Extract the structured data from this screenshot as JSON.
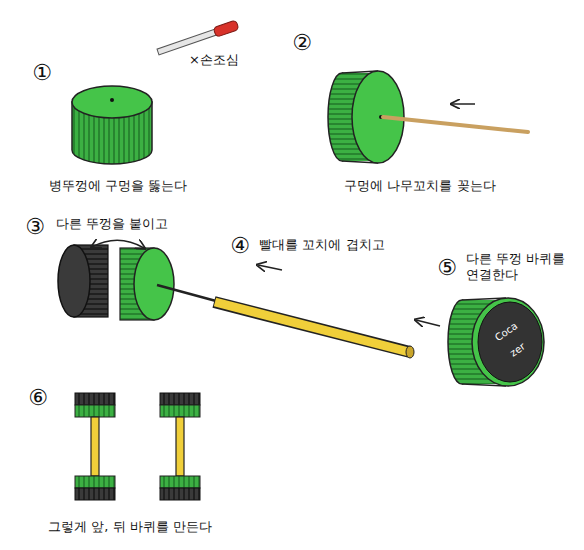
{
  "diagram": {
    "labels": [
      "①",
      "×손조심",
      "병뚜껑에 구멍을 뚫는다",
      "②",
      "구멍에 나무꼬치를 꽂는다",
      "③",
      "다른 뚜껑을 붙이고",
      "④",
      "빨대를 꼬치에 겹치고",
      "⑤",
      "다른 뚜껑 바퀴를 연결한다",
      "Coca",
      "zer",
      "⑥",
      "그렇게 앞, 뒤 바퀴를 만든다"
    ]
  }
}
